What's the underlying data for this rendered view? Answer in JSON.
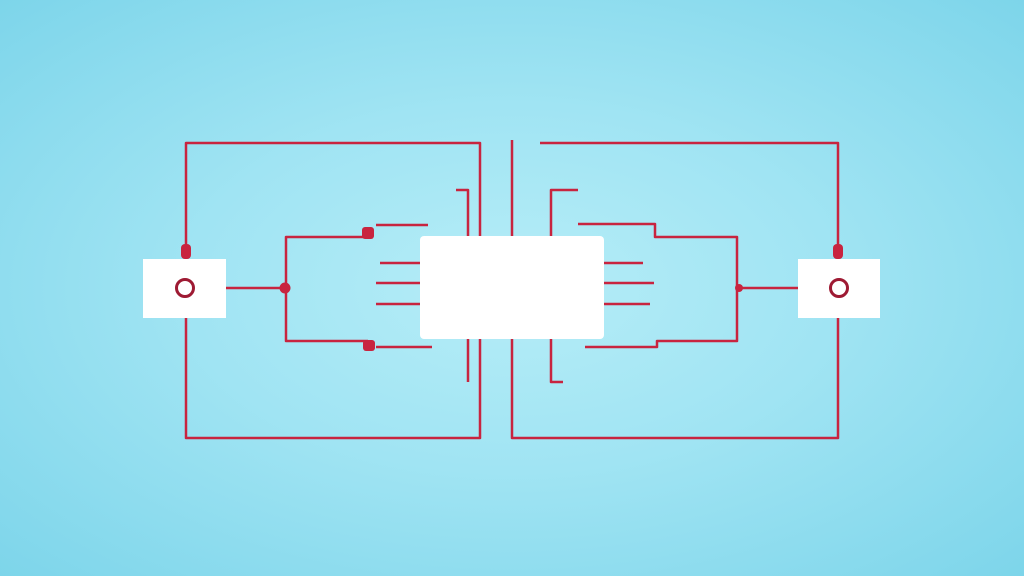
{
  "diagram": {
    "line_color": "#c8243f",
    "node_fill": "#ffffff",
    "background_center": "#b6edf7",
    "background_edge": "#7dd5ea",
    "nodes": [
      {
        "id": "left-terminal",
        "icon": "circle-port-icon"
      },
      {
        "id": "center-block"
      },
      {
        "id": "right-terminal",
        "icon": "circle-port-icon"
      }
    ]
  }
}
